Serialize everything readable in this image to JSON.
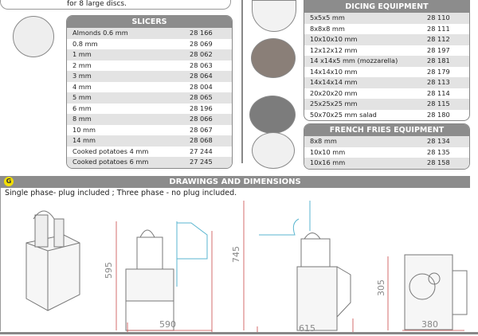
{
  "note": {
    "text": "for 8 large discs."
  },
  "slicers": {
    "title": "SLICERS",
    "rows": [
      [
        "Almonds 0.6 mm",
        "28 166"
      ],
      [
        "0.8 mm",
        "28 069"
      ],
      [
        "1 mm",
        "28 062"
      ],
      [
        "2 mm",
        "28 063"
      ],
      [
        "3 mm",
        "28 064"
      ],
      [
        "4 mm",
        "28 004"
      ],
      [
        "5 mm",
        "28 065"
      ],
      [
        "6 mm",
        "28 196"
      ],
      [
        "8 mm",
        "28 066"
      ],
      [
        "10 mm",
        "28 067"
      ],
      [
        "14 mm",
        "28 068"
      ],
      [
        "Cooked potatoes 4 mm",
        "27 244"
      ],
      [
        "Cooked potatoes 6 mm",
        "27 245"
      ]
    ]
  },
  "dicing": {
    "title": "DICING EQUIPMENT",
    "rows": [
      [
        "5x5x5 mm",
        "28 110"
      ],
      [
        "8x8x8 mm",
        "28 111"
      ],
      [
        "10x10x10 mm",
        "28 112"
      ],
      [
        "12x12x12 mm",
        "28 197"
      ],
      [
        "14 x14x5 mm (mozzarella)",
        "28 181"
      ],
      [
        "14x14x10 mm",
        "28 179"
      ],
      [
        "14x14x14 mm",
        "28 113"
      ],
      [
        "20x20x20 mm",
        "28 114"
      ],
      [
        "25x25x25 mm",
        "28 115"
      ],
      [
        "50x70x25 mm salad",
        "28 180"
      ]
    ]
  },
  "fries": {
    "title": "FRENCH FRIES EQUIPMENT",
    "rows": [
      [
        "8x8 mm",
        "28 134"
      ],
      [
        "10x10 mm",
        "28 135"
      ],
      [
        "10x16 mm",
        "28 158"
      ]
    ]
  },
  "section": {
    "badge": "G",
    "title": "DRAWINGS AND DIMENSIONS",
    "description": "Single phase- plug included ; Three phase - no plug included."
  },
  "dimensions": {
    "d1_height": "595",
    "d1_width": "590",
    "d2_height": "745",
    "d2_width": "615",
    "d3_height": "305",
    "d3_width": "380"
  }
}
